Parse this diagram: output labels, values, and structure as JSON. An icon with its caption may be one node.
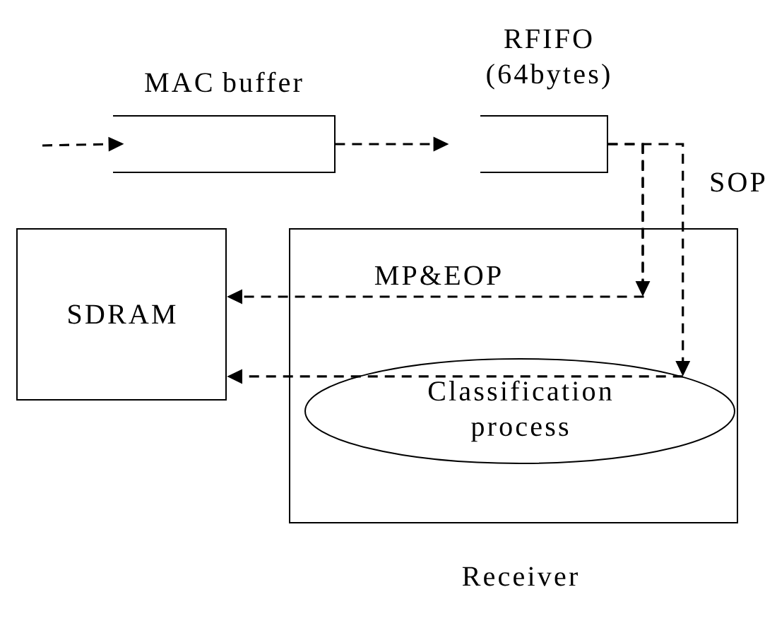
{
  "diagram": {
    "nodes": [
      {
        "text": [
          "MAC buffer"
        ]
      },
      {
        "text": [
          "RFIFO (64bytes)"
        ]
      },
      {
        "text": [
          "SDRAM"
        ]
      },
      {
        "text": [
          "Receiver"
        ]
      },
      {
        "text": [
          "Classification process"
        ],
        "in": 3
      }
    ],
    "edges": [
      {
        "from": null,
        "to": 0,
        "arrow": "to",
        "style": "dashed"
      },
      {
        "from": 0,
        "to": 1,
        "arrow": "to",
        "style": "dashed"
      },
      {
        "from": 1,
        "to": 2,
        "arrow": "to",
        "style": "dashed",
        "label": "MP&EOP"
      },
      {
        "from": 1,
        "to": 4,
        "arrow": "to",
        "style": "dashed",
        "label": "SOP"
      },
      {
        "from": 4,
        "to": 2,
        "arrow": "to",
        "style": "dashed"
      }
    ]
  }
}
